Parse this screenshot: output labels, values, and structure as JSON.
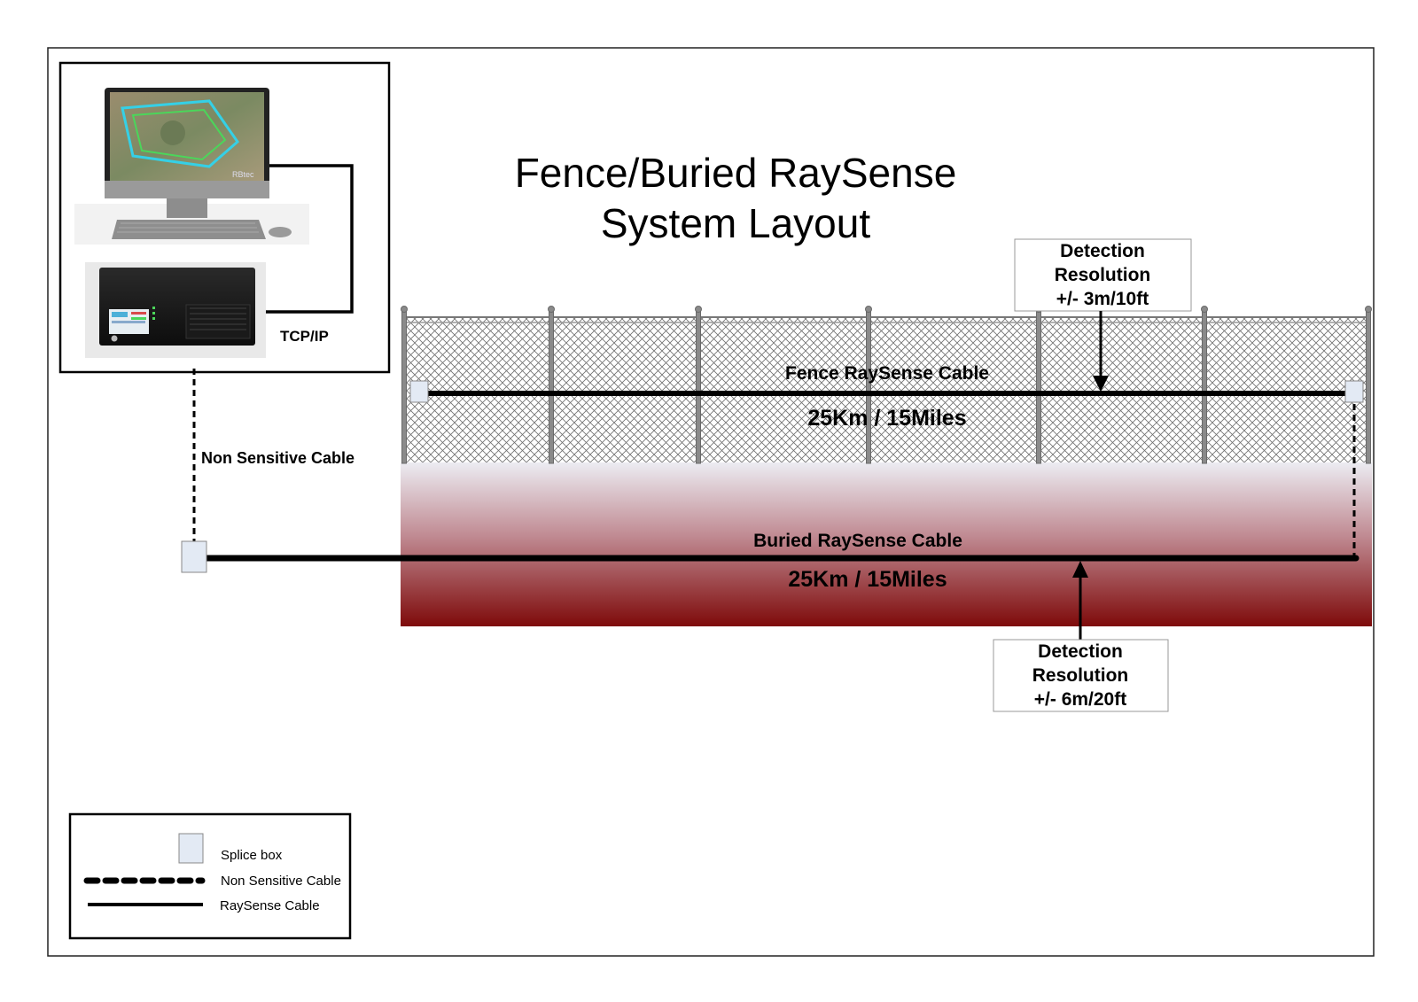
{
  "title": {
    "line1": "Fence/Buried RaySense",
    "line2": "System Layout"
  },
  "control_room": {
    "computer_icon": "desktop-computer-with-map",
    "server_icon": "rack-processing-unit",
    "monitor_brand": "RBtec",
    "link_label": "TCP/IP"
  },
  "non_sensitive_label": "Non Sensitive Cable",
  "fence": {
    "cable_label": "Fence RaySense Cable",
    "length": "25Km / 15Miles",
    "detection": {
      "line1": "Detection",
      "line2": "Resolution",
      "line3": "+/- 3m/10ft"
    }
  },
  "buried": {
    "cable_label": "Buried RaySense Cable",
    "length": "25Km / 15Miles",
    "detection": {
      "line1": "Detection",
      "line2": "Resolution",
      "line3": "+/- 6m/20ft"
    }
  },
  "legend": {
    "splice_box": "Splice box",
    "non_sensitive": "Non Sensitive Cable",
    "raysense": "RaySense Cable"
  },
  "colors": {
    "ground_top": "#e9e9ef",
    "ground_bottom": "#7e0a0a",
    "splice_fill": "#e3eaf4",
    "screen_map_path": "#35d0e6"
  }
}
